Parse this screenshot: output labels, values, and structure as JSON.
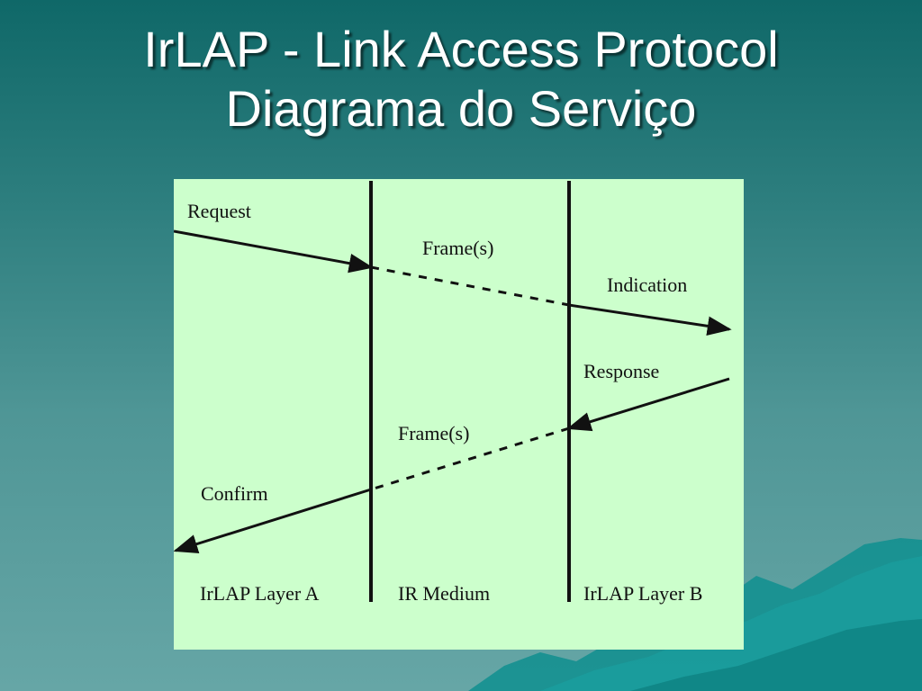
{
  "slide": {
    "title_line1": "IrLAP - Link Access Protocol",
    "title_line2": "Diagrama do Serviço"
  },
  "diagram": {
    "lanes": {
      "layer_a": "IrLAP Layer A",
      "medium": "IR Medium",
      "layer_b": "IrLAP Layer B"
    },
    "messages": {
      "request": "Request",
      "frames_forward": "Frame(s)",
      "indication": "Indication",
      "response": "Response",
      "frames_back": "Frame(s)",
      "confirm": "Confirm"
    }
  },
  "colors": {
    "panel_bg": "#ccffcc",
    "title_text": "#ffffff",
    "line": "#111111"
  }
}
